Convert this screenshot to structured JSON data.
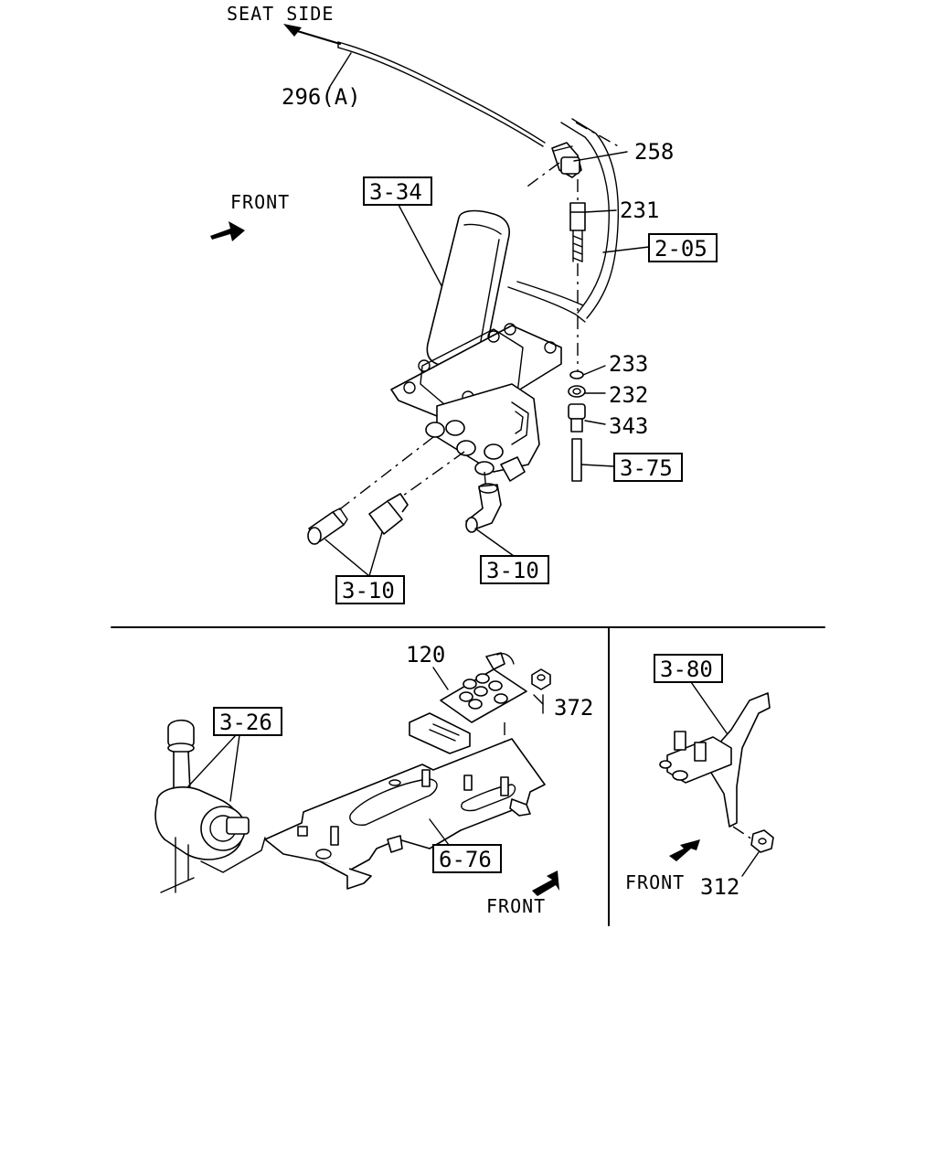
{
  "directions": {
    "seat_side": "SEAT SIDE",
    "front_top": "FRONT",
    "front_bottom_center": "FRONT",
    "front_bottom_right": "FRONT"
  },
  "callouts": {
    "c296a": "296(A)",
    "c258": "258",
    "c231": "231",
    "c233": "233",
    "c232": "232",
    "c343": "343",
    "c120": "120",
    "c372": "372",
    "c312": "312"
  },
  "boxed_refs": {
    "r334": "3-34",
    "r205": "2-05",
    "r375": "3-75",
    "r310a": "3-10",
    "r310b": "3-10",
    "r326": "3-26",
    "r676": "6-76",
    "r380": "3-80"
  }
}
